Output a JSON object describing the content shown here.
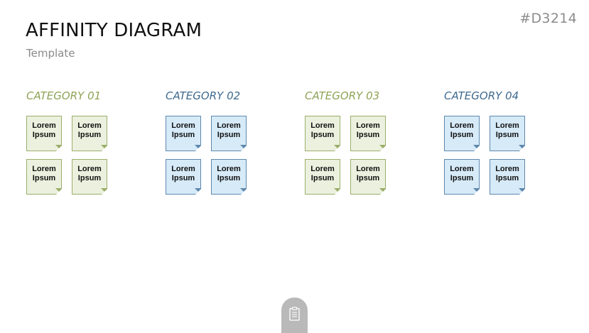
{
  "slide_id": "#D3214",
  "title": "AFFINITY DIAGRAM",
  "subtitle": "Template",
  "colors": {
    "green_text": "#8fa257",
    "blue_text": "#3f6a8e",
    "green_fill": "#ebf1de",
    "blue_fill": "#d6eaf8"
  },
  "categories": [
    {
      "label": "CATEGORY 01",
      "color": "green",
      "notes": [
        {
          "line1": "Lorem",
          "line2": "Ipsum"
        },
        {
          "line1": "Lorem",
          "line2": "Ipsum"
        },
        {
          "line1": "Lorem",
          "line2": "Ipsum"
        },
        {
          "line1": "Lorem",
          "line2": "Ipsum"
        }
      ]
    },
    {
      "label": "CATEGORY 02",
      "color": "blue",
      "notes": [
        {
          "line1": "Lorem",
          "line2": "Ipsum"
        },
        {
          "line1": "Lorem",
          "line2": "Ipsum"
        },
        {
          "line1": "Lorem",
          "line2": "Ipsum"
        },
        {
          "line1": "Lorem",
          "line2": "Ipsum"
        }
      ]
    },
    {
      "label": "CATEGORY 03",
      "color": "green",
      "notes": [
        {
          "line1": "Lorem",
          "line2": "Ipsum"
        },
        {
          "line1": "Lorem",
          "line2": "Ipsum"
        },
        {
          "line1": "Lorem",
          "line2": "Ipsum"
        },
        {
          "line1": "Lorem",
          "line2": "Ipsum"
        }
      ]
    },
    {
      "label": "CATEGORY 04",
      "color": "blue",
      "notes": [
        {
          "line1": "Lorem",
          "line2": "Ipsum"
        },
        {
          "line1": "Lorem",
          "line2": "Ipsum"
        },
        {
          "line1": "Lorem",
          "line2": "Ipsum"
        },
        {
          "line1": "Lorem",
          "line2": "Ipsum"
        }
      ]
    }
  ],
  "bottom_tab": {
    "icon": "clipboard-icon"
  }
}
